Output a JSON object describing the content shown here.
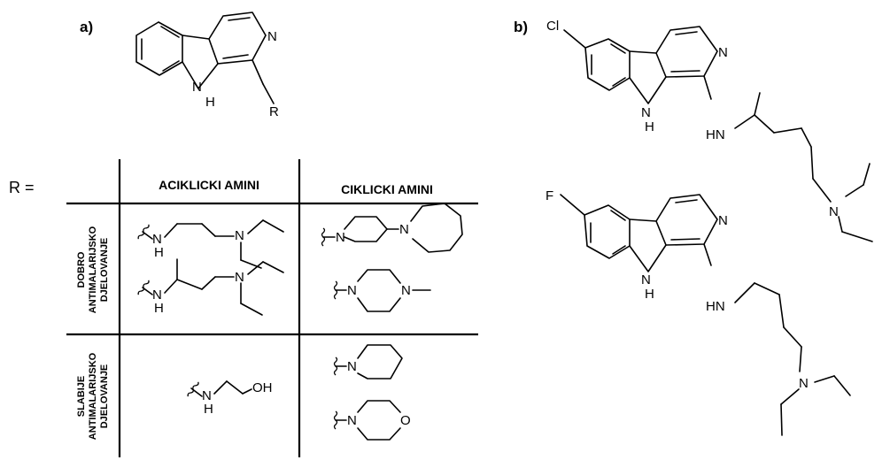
{
  "panels": {
    "a": "a)",
    "b": "b)"
  },
  "r_equals": "R =",
  "table": {
    "columns": [
      "ACIKLICKI AMINI",
      "CIKLICKI AMINI"
    ],
    "rows": [
      {
        "label_lines": [
          "DOBRO",
          "ANTIMALARIJSKO",
          "DJELOVANJE"
        ]
      },
      {
        "label_lines": [
          "SLABIJE",
          "ANTIMALARIJSKO",
          "DJELOVANJE"
        ]
      }
    ]
  },
  "atoms": {
    "N": "N",
    "H": "H",
    "NH": "NH",
    "HN": "HN",
    "R": "R",
    "Cl": "Cl",
    "F": "F",
    "OH": "OH",
    "O": "O"
  }
}
